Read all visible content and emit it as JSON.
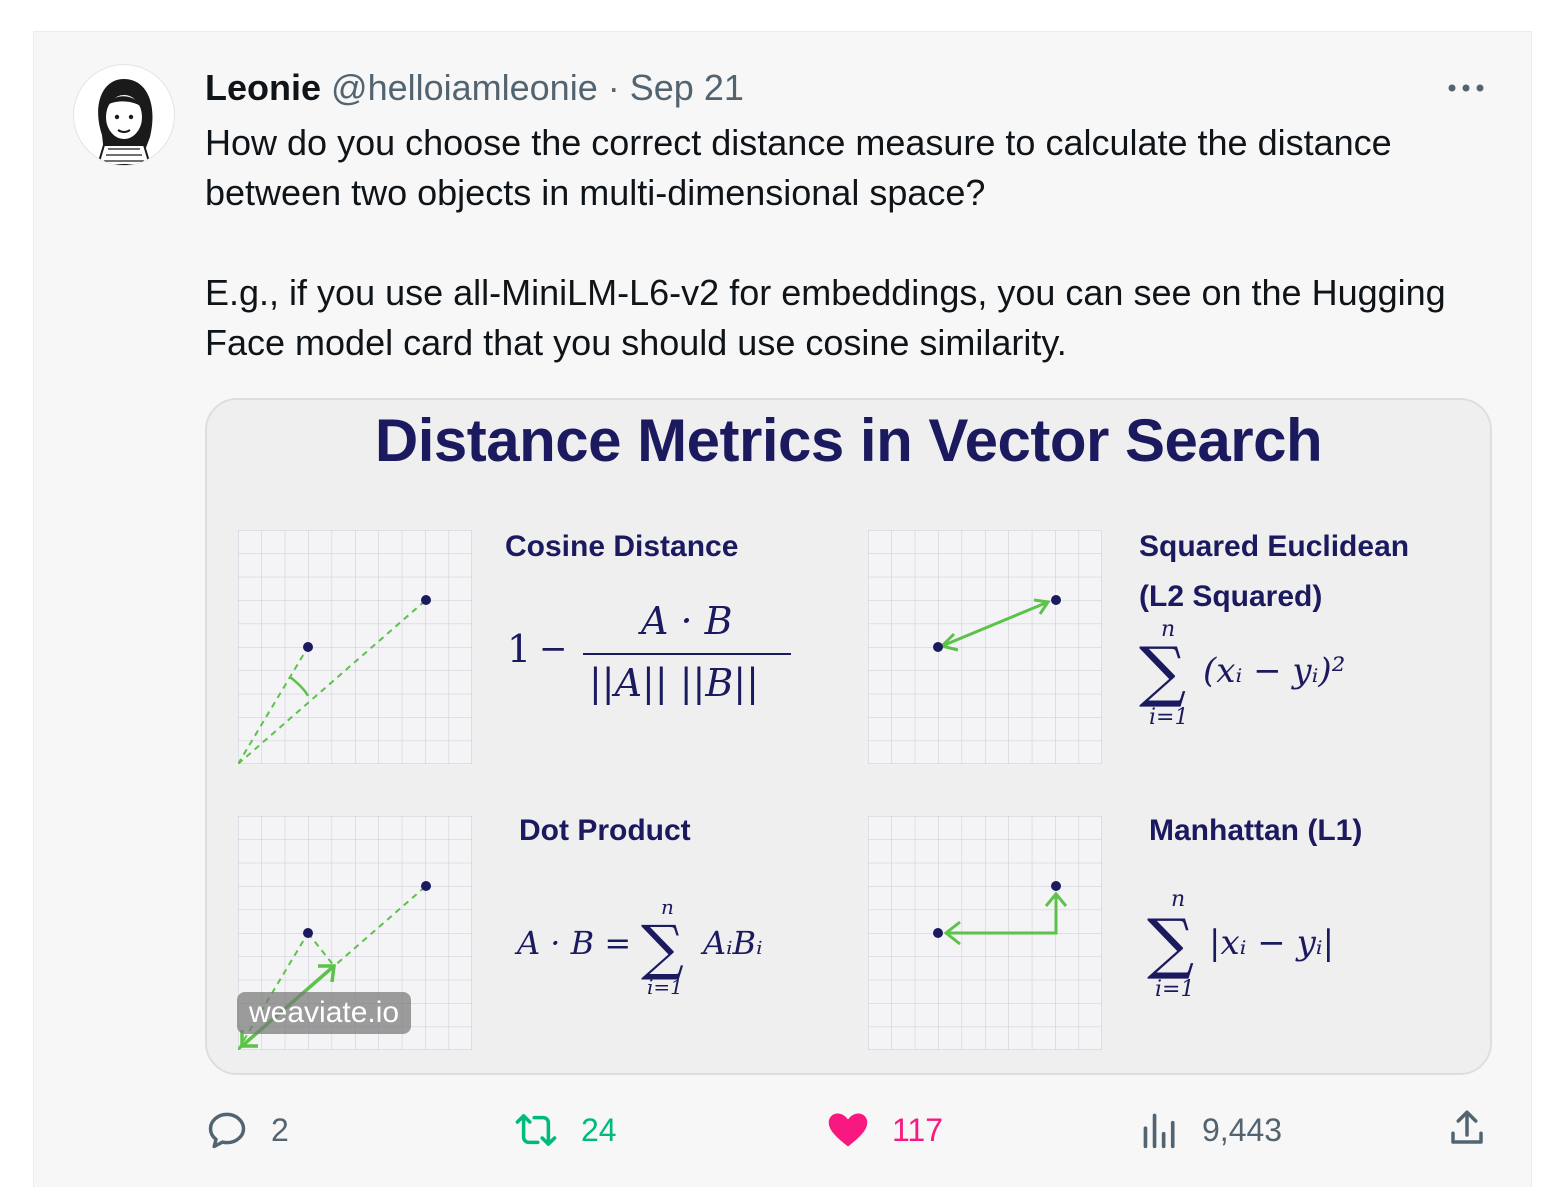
{
  "tweet": {
    "author_name": "Leonie",
    "handle": "@helloiamleonie",
    "separator": "·",
    "date": "Sep 21",
    "paragraphs": [
      "How do you choose the correct distance measure to calculate the distance between two objects in multi-dimensional space?",
      "E.g., if you use all-MiniLM-L6-v2 for embeddings, you can see on the Hugging Face model card that you should use cosine similarity."
    ]
  },
  "media": {
    "title": "Distance Metrics in Vector Search",
    "watermark": "weaviate.io",
    "metrics": {
      "cosine": {
        "title": "Cosine Distance"
      },
      "squared_euclidean": {
        "title_line1": "Squared Euclidean",
        "title_line2": "(L2 Squared)"
      },
      "dot_product": {
        "title": "Dot Product"
      },
      "manhattan": {
        "title": "Manhattan (L1)"
      }
    }
  },
  "actions": {
    "replies": "2",
    "retweets": "24",
    "likes": "117",
    "views": "9,443"
  },
  "colors": {
    "navy": "#1b1a5e",
    "green": "#5cc24a",
    "retweet": "#00ba7c",
    "like": "#f91880",
    "muted": "#536471"
  },
  "icons": [
    "more-icon",
    "reply-icon",
    "retweet-icon",
    "like-icon",
    "views-icon",
    "share-icon"
  ]
}
